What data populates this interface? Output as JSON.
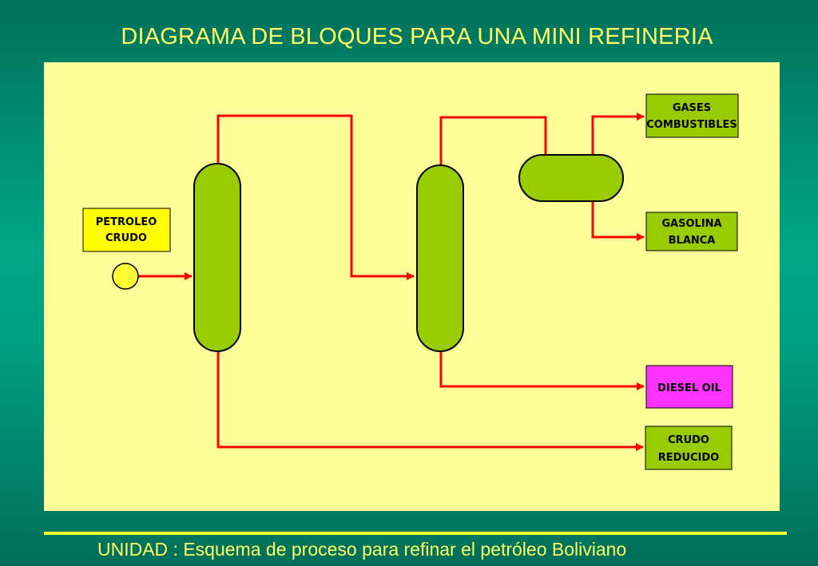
{
  "title": "DIAGRAMA DE BLOQUES PARA UNA MINI REFINERIA",
  "footer": "UNIDAD : Esquema de proceso para refinar el petróleo Boliviano",
  "colors": {
    "background": "#00a080",
    "panel": "#ffff99",
    "title_text": "#ffff66",
    "flow_line": "#ff0000",
    "vessel": "#99cc00",
    "feed_box": "#ffff00",
    "product_box": "#99cc00",
    "diesel_box": "#ff33ff",
    "footer_rule": "#ffff33"
  },
  "diagram": {
    "feed": {
      "line1": "PETROLEO",
      "line2": "CRUDO"
    },
    "products": {
      "gases": {
        "line1": "GASES",
        "line2": "COMBUSTIBLES"
      },
      "gasolina": {
        "line1": "GASOLINA",
        "line2": "BLANCA"
      },
      "diesel": {
        "line1": "DIESEL OIL"
      },
      "crudo_reducido": {
        "line1": "CRUDO",
        "line2": "REDUCIDO"
      }
    }
  }
}
